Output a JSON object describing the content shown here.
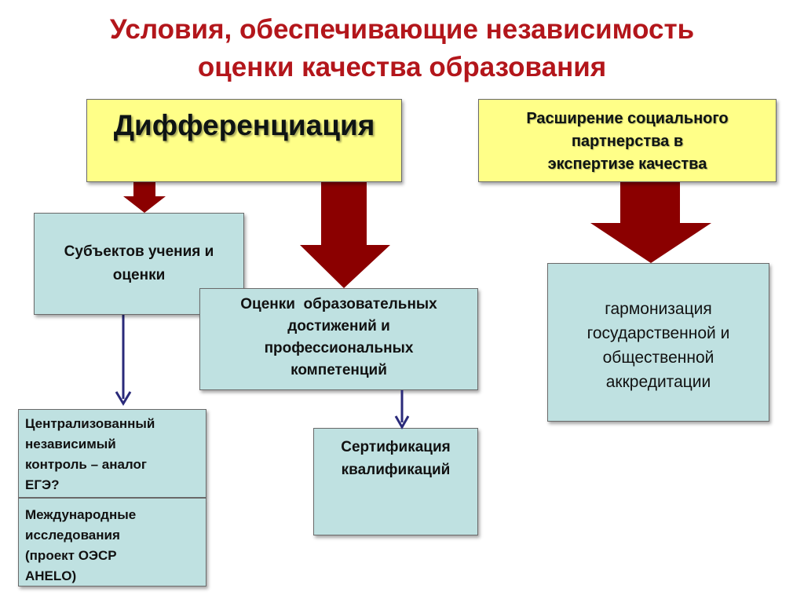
{
  "title": {
    "line1": "Условия, обеспечивающие независимость",
    "line2": "оценки качества образования"
  },
  "boxes": {
    "differentiation": "Дифференциация",
    "social_partnership": [
      "Расширение социального",
      "партнерства в",
      "экспертизе качества"
    ],
    "subjects": [
      "Субъектов учения и",
      "оценки"
    ],
    "achievements": [
      "Оценки  образовательных",
      "достижений и",
      "профессиональных",
      "компетенций"
    ],
    "harmonization": [
      "гармонизация",
      "государственной и",
      "общественной",
      "аккредитации"
    ],
    "centralized_control": [
      "Централизованный",
      "независимый",
      "контроль – аналог",
      "ЕГЭ?"
    ],
    "international": [
      "Международные",
      "исследования",
      "(проект ОЭСР",
      "AHELO)"
    ],
    "certification": [
      "Сертификация",
      "квалификаций"
    ]
  },
  "colors": {
    "title": "#b3161b",
    "yellow_box": "#ffff88",
    "teal_box": "#bfe1e1",
    "big_arrow": "#8b0000",
    "thin_arrow": "#2a2a7a"
  },
  "icons": {
    "big_arrow": "down-block-arrow",
    "thin_arrow": "down-line-arrow"
  }
}
